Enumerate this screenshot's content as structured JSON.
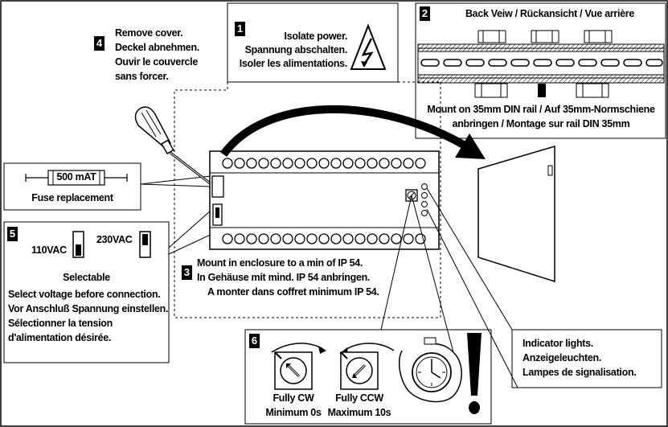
{
  "step1": {
    "number": "1",
    "lines": [
      "Isolate power.",
      "Spannung abschalten.",
      "Isoler les alimentations."
    ],
    "icon": "high-voltage-warning-icon"
  },
  "step2": {
    "number": "2",
    "title": "Back Veiw / Rückansicht / Vue arrière",
    "caption_lines": [
      "Mount on 35mm DIN rail / Auf 35mm-Normschiene",
      "anbringen / Montage sur rail DIN 35mm"
    ],
    "icon": "din-rail-icon"
  },
  "step3": {
    "number": "3",
    "lines": [
      "Mount in enclosure to a min of IP 54.",
      "In Gehäuse mit mind. IP 54 anbringen.",
      "A monter dans coffret minimum IP 54."
    ]
  },
  "step4": {
    "number": "4",
    "lines": [
      "Remove cover.",
      "Deckel abnehmen.",
      "Ouvir le couvercle",
      "sans forcer."
    ],
    "icon": "screwdriver-icon"
  },
  "fuse": {
    "rating": "500 mAT",
    "caption": "Fuse replacement",
    "icon": "fuse-icon"
  },
  "step5": {
    "number": "5",
    "option_110": "110VAC",
    "option_230": "230VAC",
    "selectable": "Selectable",
    "lines": [
      "Select voltage before connection.",
      "Vor Anschluß Spannung einstellen.",
      "Sélectionner la tension",
      "d'alimentation désirée."
    ]
  },
  "step6": {
    "number": "6",
    "cw_lines": [
      "Fully CW",
      "Minimum 0s"
    ],
    "ccw_lines": [
      "Fully CCW",
      "Maximum 10s"
    ],
    "icons": [
      "potentiometer-cw-icon",
      "potentiometer-ccw-icon",
      "stopwatch-icon",
      "exclamation-icon"
    ]
  },
  "indicator": {
    "lines": [
      "Indicator lights.",
      "Anzeigeleuchten.",
      "Lampes de signalisation."
    ]
  }
}
